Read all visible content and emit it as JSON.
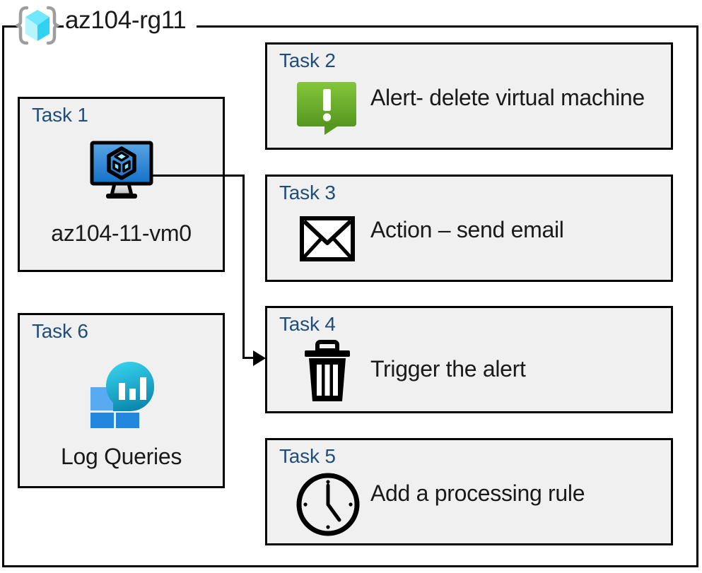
{
  "frame": {
    "title": "az104-rg11",
    "icon": "resource-group-icon",
    "border_color": "#000000"
  },
  "colors": {
    "card_background": "#f0f0f0",
    "card_border": "#000000",
    "task_title": "#1F4E79",
    "label_text": "#1a1a1a",
    "alert_green_light": "#7ac143",
    "alert_green_dark": "#579a22",
    "vm_blue_light": "#4f9bdc",
    "vm_blue_dark": "#1b6ec2",
    "log_cyan": "#32c8e6",
    "log_teal": "#0f8fb5",
    "log_square_light": "#50a5ec",
    "log_square_dark": "#1f86dd",
    "rg_cube_cyan": "#50e6ff",
    "rg_bracket_gray": "#9e9e9e"
  },
  "cards": {
    "task1": {
      "title": "Task 1",
      "label": "az104-11-vm0",
      "icon": "virtual-machine-icon"
    },
    "task6": {
      "title": "Task 6",
      "label": "Log Queries",
      "icon": "log-analytics-icon"
    },
    "task2": {
      "title": "Task 2",
      "label": "Alert- delete virtual machine",
      "icon": "alert-bubble-icon"
    },
    "task3": {
      "title": "Task 3",
      "label": "Action – send email",
      "icon": "envelope-icon"
    },
    "task4": {
      "title": "Task 4",
      "label": "Trigger the alert",
      "icon": "trash-icon"
    },
    "task5": {
      "title": "Task 5",
      "label": "Add a processing rule",
      "icon": "clock-icon"
    }
  },
  "connector": {
    "from": "task1-vm-icon",
    "to": "task4",
    "style": "orthogonal-arrow"
  }
}
